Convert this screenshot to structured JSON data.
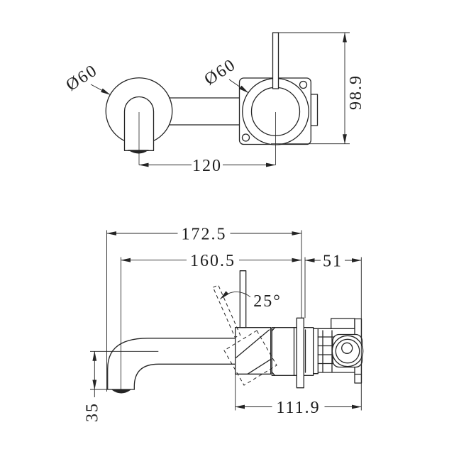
{
  "drawing": {
    "background": "#ffffff",
    "line_color": "#242424",
    "front_view": {
      "spout_escutcheon_diameter": "Ø60",
      "mixer_escutcheon_diameter": "Ø60",
      "centre_to_centre": "120",
      "overall_height": "98.9"
    },
    "side_view": {
      "overall_projection": "172.5",
      "spout_outlet_projection": "160.5",
      "in_wall_depth": "51",
      "handle_swing_angle": "25°",
      "body_projection": "111.9",
      "spout_drop": "35"
    }
  }
}
